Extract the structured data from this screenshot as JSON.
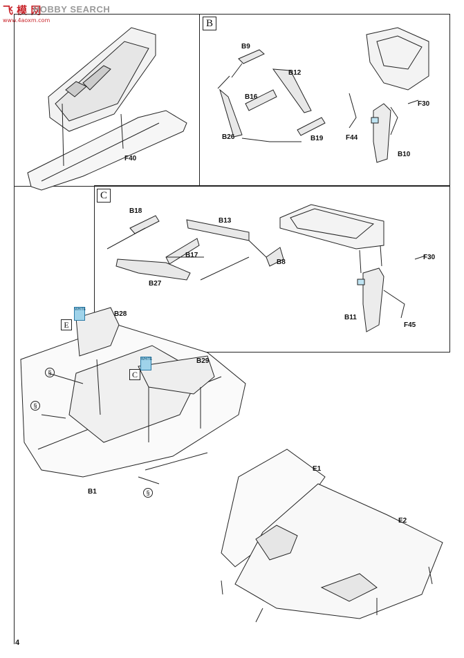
{
  "watermark": {
    "site": "飞 模 网",
    "overlay": "HOBBY SEARCH",
    "url": "www.4aoxm.com"
  },
  "page_number": "4",
  "steps": {
    "b": "B",
    "c": "C"
  },
  "callouts": {
    "e_marker": "E",
    "c_marker": "C"
  },
  "part_labels": {
    "f40": "F40",
    "b9": "B9",
    "b12": "B12",
    "b16": "B16",
    "b26": "B26",
    "b19": "B19",
    "f30a": "F30",
    "f44": "F44",
    "b10": "B10",
    "b18": "B18",
    "b13": "B13",
    "b17": "B17",
    "b8": "B8",
    "b27": "B27",
    "f30b": "F30",
    "b11": "B11",
    "f45": "F45",
    "b28": "B28",
    "b29": "B29",
    "b1": "B1",
    "e1": "E1",
    "e2": "E2"
  },
  "paint_chips": [
    "WHITE",
    "WHITE"
  ],
  "icons": [
    "glue-icon",
    "glue-icon",
    "glue-icon"
  ]
}
